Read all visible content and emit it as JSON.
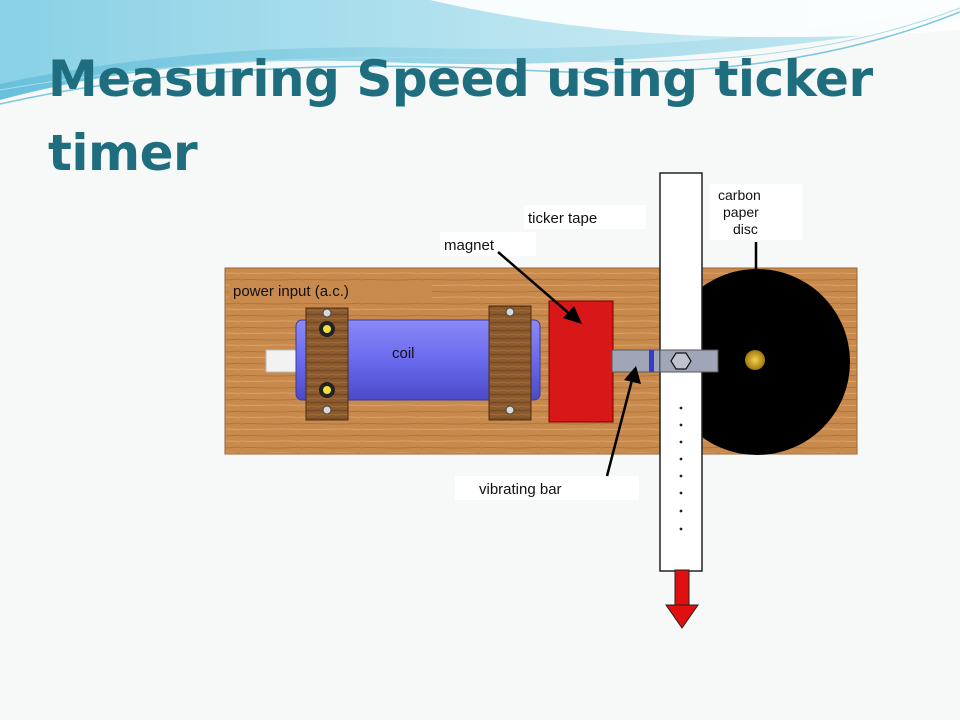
{
  "slide": {
    "title": "Measuring Speed using ticker timer"
  },
  "diagram": {
    "labels": {
      "power_input": "power input (a.c.)",
      "coil": "coil",
      "magnet": "magnet",
      "ticker_tape": "ticker tape",
      "carbon_line1": "carbon",
      "carbon_line2": "paper",
      "carbon_line3": "disc",
      "vibrating_bar": "vibrating bar"
    }
  },
  "colors": {
    "title": "#1f6e80",
    "wood": "#c98a4e",
    "coil": "#6c6cf0",
    "magnet": "#d81818",
    "disc": "#000000",
    "arrow": "#e01010"
  }
}
